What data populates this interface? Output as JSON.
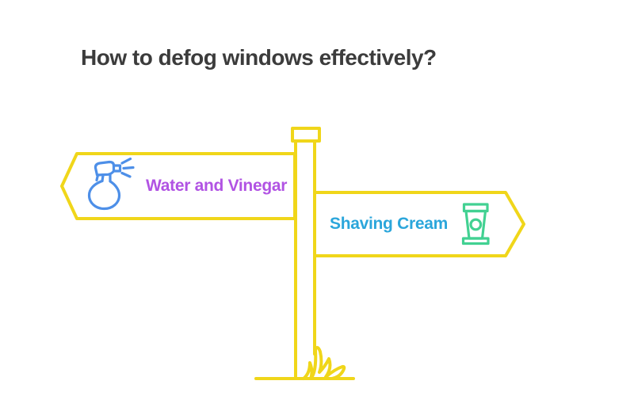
{
  "header": {
    "title": "How to defog windows effectively?",
    "title_color": "#3c3c3c"
  },
  "signpost": {
    "outline_color": "#f0d61a",
    "structure": [
      "top-cap",
      "post",
      "ground-line",
      "grass-tuft"
    ],
    "signs": [
      {
        "label": "Water and Vinegar",
        "direction": "left",
        "label_color": "#b153e3",
        "icon": "spray-bottle-icon",
        "icon_color": "#4d8fe8"
      },
      {
        "label": "Shaving Cream",
        "direction": "right",
        "label_color": "#2ba6db",
        "icon": "cream-tube-icon",
        "icon_color": "#42d192"
      }
    ]
  }
}
